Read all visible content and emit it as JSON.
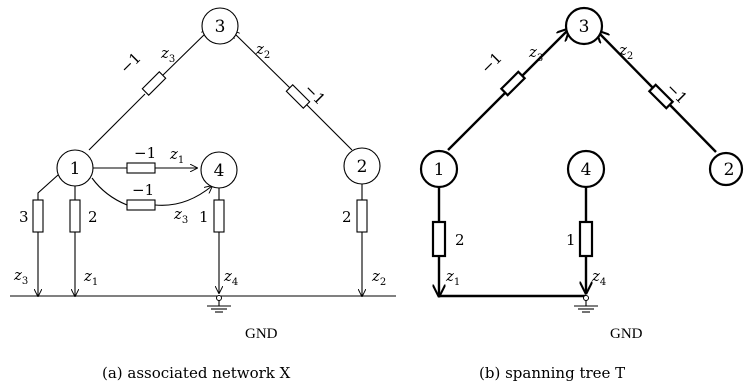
{
  "panel_a": {
    "caption": "(a)  associated network X",
    "gnd_label": "GND",
    "nodes": [
      "3",
      "1",
      "4",
      "2"
    ],
    "edges": {
      "e13": {
        "weight": "−1",
        "z": "z",
        "sub": "3"
      },
      "e23": {
        "weight": "−1",
        "z": "z",
        "sub": "2"
      },
      "e14a": {
        "weight": "−1",
        "z": "z",
        "sub": "1"
      },
      "e14b": {
        "weight": "−1",
        "z": "z",
        "sub": "3"
      },
      "g1a": {
        "weight": "3",
        "z": "z",
        "sub": "3"
      },
      "g1b": {
        "weight": "2",
        "z": "z",
        "sub": "1"
      },
      "g4": {
        "weight": "1",
        "z": "z",
        "sub": "4"
      },
      "g2": {
        "weight": "2",
        "z": "z",
        "sub": "2"
      }
    }
  },
  "panel_b": {
    "caption": "(b)  spanning tree T",
    "gnd_label": "GND",
    "nodes": [
      "3",
      "1",
      "4",
      "2"
    ],
    "edges": {
      "e13": {
        "weight": "−1",
        "z": "z",
        "sub": "3"
      },
      "e23": {
        "weight": "−1",
        "z": "z",
        "sub": "2"
      },
      "g1": {
        "weight": "2",
        "z": "z",
        "sub": "1"
      },
      "g4": {
        "weight": "1",
        "z": "z",
        "sub": "4"
      }
    }
  }
}
